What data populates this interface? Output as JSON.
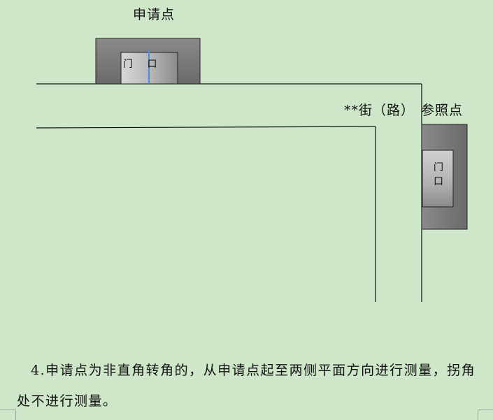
{
  "diagram": {
    "apply_point_label": "申请点",
    "street_label": "**街（路）",
    "reference_point_label": "参照点",
    "door_label_apply": "门 口",
    "door_label_ref": "门口"
  },
  "note": {
    "text": "4.申请点为非直角转角的，从申请点起至两侧平面方向进行测量，拐角处不进行测量。"
  },
  "colors": {
    "background": "#cfe7c9",
    "line": "#111111",
    "building_light": "#a9a9a9",
    "building_dark": "#6f6f6f",
    "measure_line": "#4a90d9"
  }
}
